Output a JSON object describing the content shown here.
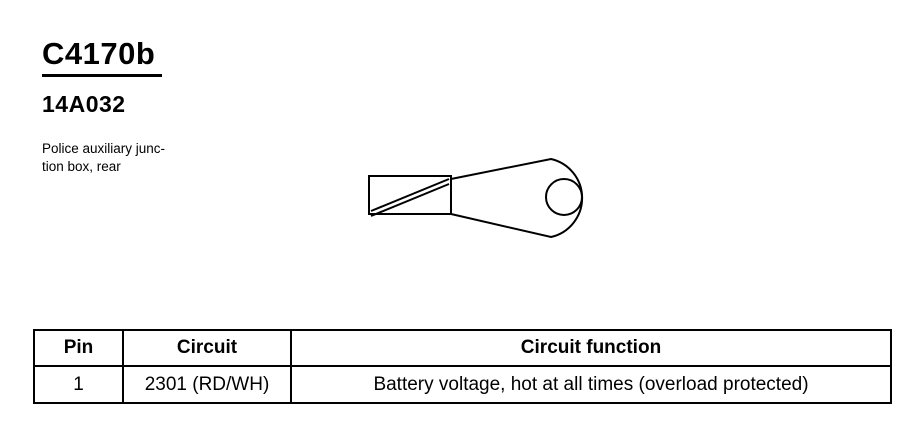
{
  "connector": {
    "id": "C4170b",
    "part_number": "14A032",
    "description_lines": [
      "Police auxiliary junc-",
      "tion box, rear"
    ]
  },
  "figure": {
    "icon": "ring-terminal-icon"
  },
  "pin_table": {
    "headers": {
      "pin": "Pin",
      "circuit": "Circuit",
      "function": "Circuit function"
    },
    "rows": [
      {
        "pin": "1",
        "circuit": "2301 (RD/WH)",
        "function": "Battery voltage, hot at all times (overload protected)"
      }
    ]
  }
}
